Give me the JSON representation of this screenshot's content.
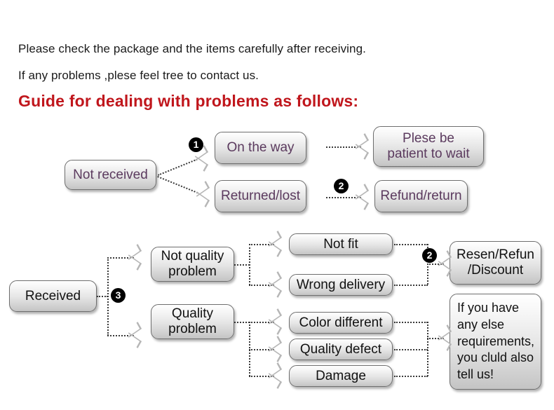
{
  "header": {
    "line1": "Please check the package and the items carefully after receiving.",
    "line2": "If any problems ,plese feel tree to contact us.",
    "title": "Guide for dealing with problems as follows:",
    "title_color": "#c0161c"
  },
  "markers": {
    "one": "1",
    "two": "2",
    "three": "3",
    "two_lower": "2"
  },
  "flow_top": {
    "source": "Not received",
    "branch_a": "On the way",
    "branch_b": "Returned/lost",
    "result_a": "Plese be\npatient to wait",
    "result_a_line1": "Plese be",
    "result_a_line2": "patient to wait",
    "result_b": "Refund/return"
  },
  "flow_bottom": {
    "source": "Received",
    "branch_a_line1": "Not quality",
    "branch_a_line2": "problem",
    "branch_b_line1": "Quality",
    "branch_b_line2": "problem",
    "reasons_not_quality": [
      "Not fit",
      "Wrong delivery"
    ],
    "reasons_quality": [
      "Color different",
      "Quality defect",
      "Damage"
    ],
    "result_resolution_line1": "Resen/Refun",
    "result_resolution_line2": "/Discount",
    "result_note_lines": [
      "If you have",
      "any else",
      "requirements,",
      "you cluld also",
      "tell us!"
    ]
  },
  "style": {
    "purple_text": "#5b3a5e",
    "black_text": "#111111",
    "connector": "#3a3a3a",
    "arrowhead": "#b6b6b6"
  }
}
